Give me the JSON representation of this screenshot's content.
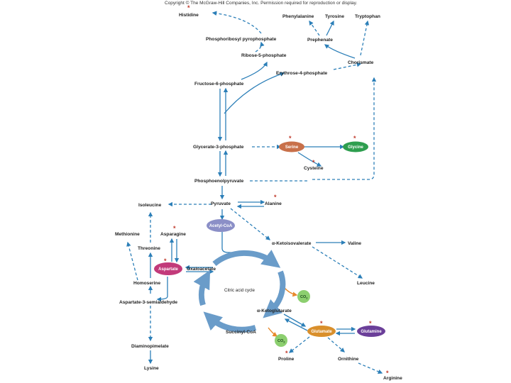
{
  "copyright": "Copyright © The McGraw-Hill Companies, Inc. Permission required for reproduction or display.",
  "colors": {
    "arrow": "#2c7fb8",
    "cycle": "#6a9cc9",
    "serine": "#c8704a",
    "glycine": "#2e9e4f",
    "acetyl": "#8b8fc7",
    "aspartate": "#c23a7a",
    "glutamate": "#d98f2b",
    "glutamine": "#6b3f99",
    "co2": "#8ccf6f",
    "co2_arrow": "#e8892b",
    "star": "#c0392b"
  },
  "labels": {
    "histidine": "Histidine",
    "prpp": "Phosphoribosyl pyrophosphate",
    "ribose": "Ribose-5-phosphate",
    "fructose": "Fructose-6-phosphate",
    "erythrose": "Erythrose-4-phosphate",
    "phenylalanine": "Phenylalanine",
    "tyrosine": "Tyrosine",
    "tryptophan": "Tryptophan",
    "prephenate": "Prephenate",
    "chorismate": "Chorismate",
    "glycerate": "Glycerate-3-phosphate",
    "serine": "Serine",
    "glycine": "Glycine",
    "cysteine": "Cysteine",
    "pep": "Phosphoenolpyruvate",
    "pyruvate": "Pyruvate",
    "alanine": "Alanine",
    "isoleucine": "Isoleucine",
    "acetyl": "Acetyl-CoA",
    "ketoisovalerate": "α-Ketoisovalerate",
    "valine": "Valine",
    "leucine": "Leucine",
    "methionine": "Methionine",
    "asparagine": "Asparagine",
    "threonine": "Threonine",
    "aspartate": "Aspartate",
    "oxaloacetate": "Oxaloacetate",
    "homoserine": "Homoserine",
    "semialdehyde": "Aspartate-3-semialdehyde",
    "cycle": "Citric acid cycle",
    "co2a": "CO",
    "co2b": "CO",
    "sub2": "2",
    "ketoglutarate": "α-Ketoglutarate",
    "succinyl": "Succinyl-CoA",
    "glutamate": "Glutamate",
    "glutamine": "Glutamine",
    "diaminopimelate": "Diaminopimelate",
    "lysine": "Lysine",
    "proline": "Proline",
    "ornithine": "Ornithine",
    "arginine": "Arginine",
    "star": "*"
  }
}
